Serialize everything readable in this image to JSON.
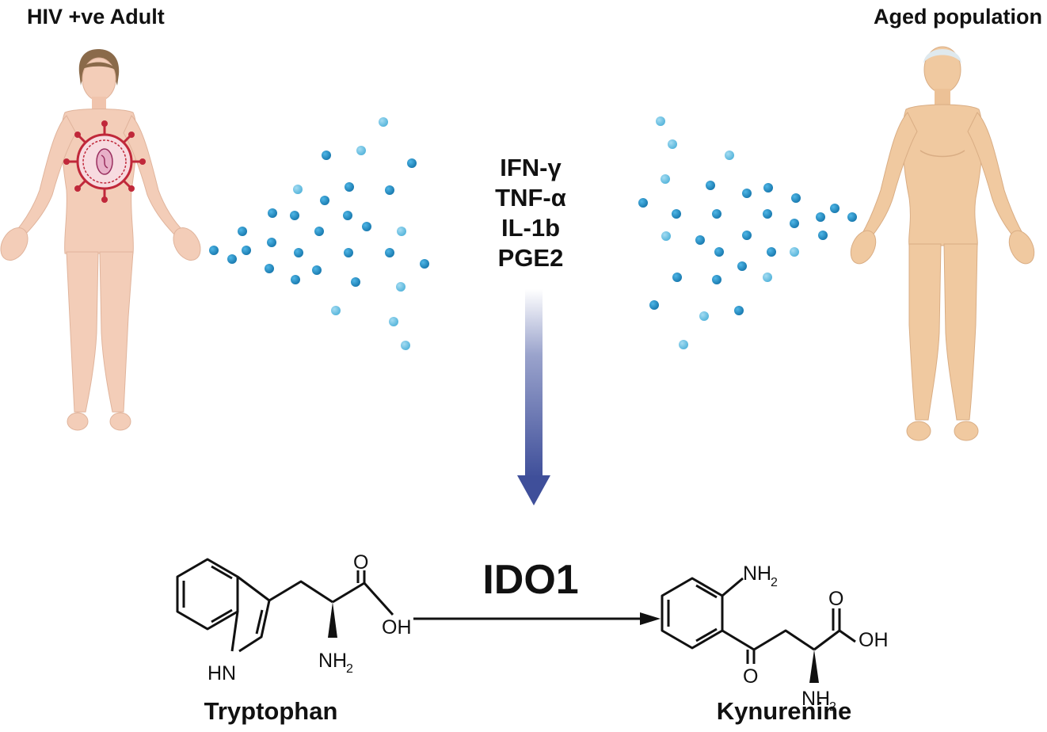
{
  "populations": {
    "left": "HIV +ve Adult",
    "right": "Aged population"
  },
  "cytokines": [
    "IFN-γ",
    "TNF-α",
    "IL-1b",
    "PGE2"
  ],
  "enzyme": "IDO1",
  "molecules": {
    "substrate": {
      "name": "Tryptophan",
      "atoms": {
        "O": "O",
        "OH": "OH",
        "HN": "HN",
        "NH": "NH",
        "sub": "2"
      }
    },
    "product": {
      "name": "Kynurenine",
      "atoms": {
        "NH_top": "NH",
        "O_acid": "O",
        "OH": "OH",
        "O_ketone": "O",
        "NH": "NH",
        "sub": "2"
      }
    }
  },
  "colors": {
    "skin": "#f3cdb8",
    "skin_aged": "#f0c9a0",
    "hair": "#8a6a4a",
    "hair_aged": "#dfe9ee",
    "virus": "#c0283a",
    "dot_dark": "#1f8ec6",
    "dot_light": "#6dc3e4",
    "arrow": "#3f4f9a"
  },
  "icons": [
    "human-figure-icon",
    "virus-icon",
    "cytokine-dot-icon",
    "down-arrow-icon"
  ]
}
